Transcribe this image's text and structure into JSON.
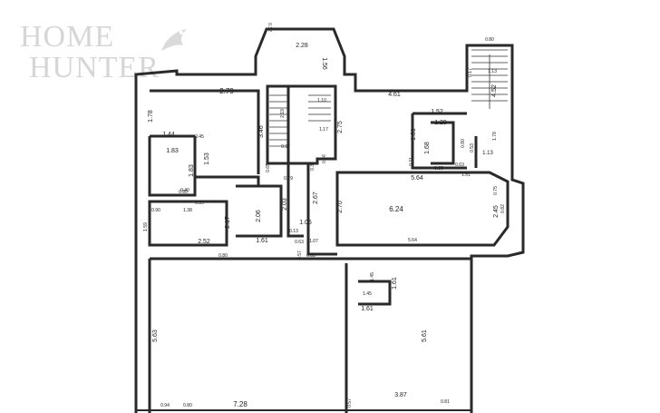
{
  "watermark": {
    "line1": "HOME",
    "line2": "HUNTER"
  },
  "dimensions": [
    {
      "id": "d1",
      "text": "2.28"
    },
    {
      "id": "d2",
      "text": "1.56"
    },
    {
      "id": "d3",
      "text": "0.32"
    },
    {
      "id": "d4",
      "text": "0.80"
    },
    {
      "id": "d5",
      "text": "1.13"
    },
    {
      "id": "d6",
      "text": "4.52"
    },
    {
      "id": "d7",
      "text": "1.78"
    },
    {
      "id": "d8",
      "text": "1.13"
    },
    {
      "id": "d9",
      "text": "0.17"
    },
    {
      "id": "d10",
      "text": "2.79"
    },
    {
      "id": "d11",
      "text": "1.78"
    },
    {
      "id": "d12",
      "text": "1.44"
    },
    {
      "id": "d13",
      "text": "0.45"
    },
    {
      "id": "d14",
      "text": "1.83"
    },
    {
      "id": "d15",
      "text": "1.53"
    },
    {
      "id": "d16",
      "text": "1.83"
    },
    {
      "id": "d17",
      "text": "3.46"
    },
    {
      "id": "d18",
      "text": "2.19"
    },
    {
      "id": "d19",
      "text": "1.10"
    },
    {
      "id": "d20",
      "text": "2.75"
    },
    {
      "id": "d21",
      "text": "1.17"
    },
    {
      "id": "d22",
      "text": "0.97"
    },
    {
      "id": "d23",
      "text": "4.61"
    },
    {
      "id": "d24",
      "text": "1.52"
    },
    {
      "id": "d25",
      "text": "1.29"
    },
    {
      "id": "d26",
      "text": "1.81"
    },
    {
      "id": "d27",
      "text": "1.68"
    },
    {
      "id": "d28",
      "text": "0.80"
    },
    {
      "id": "d29",
      "text": "0.53"
    },
    {
      "id": "d30",
      "text": "0.85"
    },
    {
      "id": "d31",
      "text": "1.51"
    },
    {
      "id": "d32",
      "text": "5.64"
    },
    {
      "id": "d33",
      "text": "2.70"
    },
    {
      "id": "d34",
      "text": "6.24"
    },
    {
      "id": "d35",
      "text": "5.64"
    },
    {
      "id": "d36",
      "text": "2.45"
    },
    {
      "id": "d37",
      "text": "0.90"
    },
    {
      "id": "d38",
      "text": "1.38"
    },
    {
      "id": "d39",
      "text": "1.59"
    },
    {
      "id": "d40",
      "text": "2.52"
    },
    {
      "id": "d41",
      "text": "2.17"
    },
    {
      "id": "d42",
      "text": "1.61"
    },
    {
      "id": "d43",
      "text": "2.06"
    },
    {
      "id": "d44",
      "text": "2.03"
    },
    {
      "id": "d45",
      "text": "1.06"
    },
    {
      "id": "d46",
      "text": "2.67"
    },
    {
      "id": "d47",
      "text": "0.79"
    },
    {
      "id": "d48",
      "text": "0.80"
    },
    {
      "id": "d49",
      "text": "0.63"
    },
    {
      "id": "d50",
      "text": "1.07"
    },
    {
      "id": "d51",
      "text": "0.83"
    },
    {
      "id": "d52",
      "text": "0.90"
    },
    {
      "id": "d53",
      "text": "5.63"
    },
    {
      "id": "d54",
      "text": "7.28"
    },
    {
      "id": "d55",
      "text": "0.94"
    },
    {
      "id": "d56",
      "text": "0.80"
    },
    {
      "id": "d57",
      "text": "1.45"
    },
    {
      "id": "d58",
      "text": "1.61"
    },
    {
      "id": "d59",
      "text": "1.45"
    },
    {
      "id": "d60",
      "text": "1.61"
    },
    {
      "id": "d61",
      "text": "5.61"
    },
    {
      "id": "d62",
      "text": "3.87"
    },
    {
      "id": "d63",
      "text": "0.81"
    },
    {
      "id": "d64",
      "text": "0.57"
    },
    {
      "id": "d65",
      "text": "0.46"
    },
    {
      "id": "d66",
      "text": "0.37"
    },
    {
      "id": "d67",
      "text": "0.13"
    },
    {
      "id": "d68",
      "text": "0.57"
    },
    {
      "id": "d69",
      "text": "0.65"
    },
    {
      "id": "d70",
      "text": "0.11"
    },
    {
      "id": "d71",
      "text": "0.63"
    },
    {
      "id": "d72",
      "text": "0.75"
    },
    {
      "id": "d73",
      "text": "0.82"
    },
    {
      "id": "d74",
      "text": "0.40"
    },
    {
      "id": "d75",
      "text": "0.35"
    }
  ]
}
